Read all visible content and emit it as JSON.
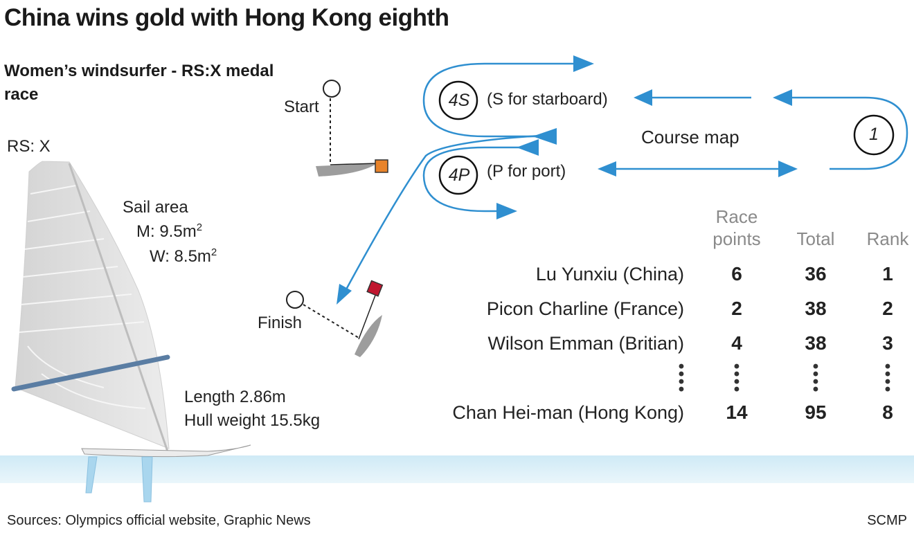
{
  "title": "China wins gold with Hong Kong eighth",
  "subtitle": "Women’s windsurfer - RS:X medal race",
  "board": {
    "model_label": "RS: X",
    "sail_area_label": "Sail area",
    "sail_men": "M: 9.5m",
    "sail_women": "W: 8.5m",
    "sail_unit_exp": "2",
    "length": "Length 2.86m",
    "hull_weight": "Hull weight 15.5kg"
  },
  "course": {
    "map_label": "Course map",
    "start_label": "Start",
    "finish_label": "Finish",
    "mark_4s": "4S",
    "mark_4s_note": "(S for starboard)",
    "mark_4p": "4P",
    "mark_4p_note": "(P for port)",
    "mark_1": "1",
    "colors": {
      "route": "#2f8fd0",
      "start_flag": "#e8832a",
      "finish_flag": "#c0162f"
    }
  },
  "results": {
    "headers": {
      "race_points_1": "Race",
      "race_points_2": "points",
      "total": "Total",
      "rank": "Rank"
    },
    "rows": [
      {
        "name": "Lu Yunxiu (China)",
        "race_points": "6",
        "total": "36",
        "rank": "1"
      },
      {
        "name": "Picon Charline (France)",
        "race_points": "2",
        "total": "38",
        "rank": "2"
      },
      {
        "name": "Wilson Emman (Britian)",
        "race_points": "4",
        "total": "38",
        "rank": "3"
      },
      {
        "name": "Chan Hei-man (Hong Kong)",
        "race_points": "14",
        "total": "95",
        "rank": "8"
      }
    ],
    "ellipsis": "•\n•\n•\n•"
  },
  "footer": {
    "sources": "Sources: Olympics official website, Graphic News",
    "credit": "SCMP"
  }
}
